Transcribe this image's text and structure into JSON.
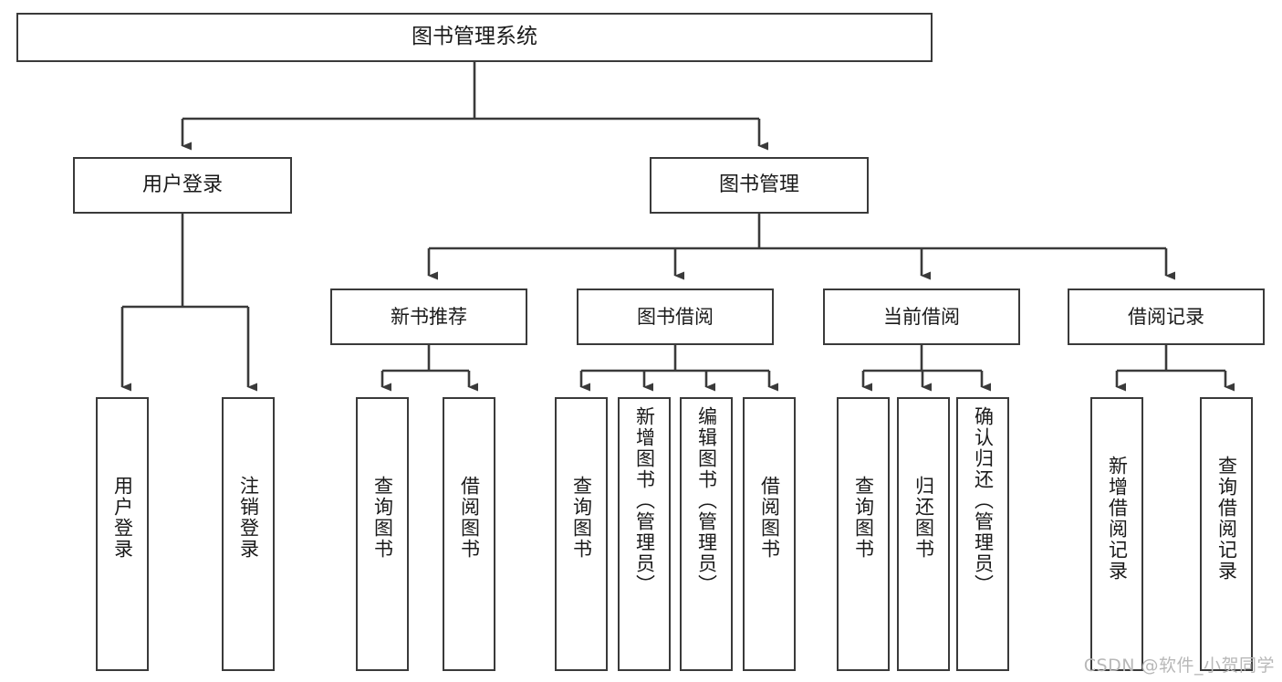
{
  "diagram": {
    "type": "tree-hierarchy-flowchart",
    "title": "图书管理系统",
    "colors": {
      "box_border": "#3a3a3a",
      "box_fill": "#ffffff",
      "connector": "#3a3a3a",
      "text": "#1a1a1a",
      "watermark": "#b8b8b8",
      "background": "#ffffff"
    },
    "root": {
      "label": "图书管理系统"
    },
    "level1": [
      {
        "id": "user-login",
        "label": "用户登录"
      },
      {
        "id": "book-manage",
        "label": "图书管理"
      }
    ],
    "level2": [
      {
        "id": "new-book-recommend",
        "label": "新书推荐",
        "parent": "book-manage"
      },
      {
        "id": "book-borrow",
        "label": "图书借阅",
        "parent": "book-manage"
      },
      {
        "id": "current-borrow",
        "label": "当前借阅",
        "parent": "book-manage"
      },
      {
        "id": "borrow-record",
        "label": "借阅记录",
        "parent": "book-manage"
      }
    ],
    "leaves": {
      "user-login": [
        {
          "id": "leaf-user-login",
          "label": "用户登录"
        },
        {
          "id": "leaf-logout",
          "label": "注销登录"
        }
      ],
      "new-book-recommend": [
        {
          "id": "leaf-query-book-1",
          "label": "查询图书"
        },
        {
          "id": "leaf-borrow-book-1",
          "label": "借阅图书"
        }
      ],
      "book-borrow": [
        {
          "id": "leaf-query-book-2",
          "label": "查询图书"
        },
        {
          "id": "leaf-add-book",
          "label": "新增图书（管理员）"
        },
        {
          "id": "leaf-edit-book",
          "label": "编辑图书（管理员）"
        },
        {
          "id": "leaf-borrow-book-2",
          "label": "借阅图书"
        }
      ],
      "current-borrow": [
        {
          "id": "leaf-query-book-3",
          "label": "查询图书"
        },
        {
          "id": "leaf-return-book",
          "label": "归还图书"
        },
        {
          "id": "leaf-confirm-return",
          "label": "确认归还（管理员）"
        }
      ],
      "borrow-record": [
        {
          "id": "leaf-add-record",
          "label": "新增借阅记录"
        },
        {
          "id": "leaf-query-record",
          "label": "查询借阅记录"
        }
      ]
    }
  },
  "watermark": {
    "text": "CSDN @软件_小贺同学"
  }
}
